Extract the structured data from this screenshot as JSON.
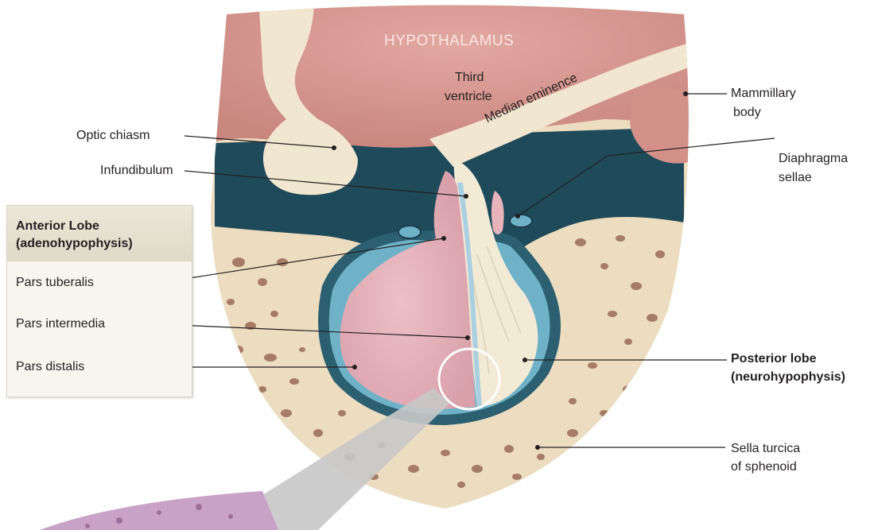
{
  "labels": {
    "hypothalamus": "HYPOTHALAMUS",
    "third_ventricle_1": "Third",
    "third_ventricle_2": "ventricle",
    "median_eminence": "Median eminence",
    "mammillary_1": "Mammillary",
    "mammillary_2": "body",
    "optic_chiasm": "Optic chiasm",
    "infundibulum": "Infundibulum",
    "diaphragma_1": "Diaphragma",
    "diaphragma_2": "sellae",
    "posterior_1": "Posterior lobe",
    "posterior_2": "(neurohypophysis)",
    "sella_1": "Sella turcica",
    "sella_2": "of sphenoid"
  },
  "anterior_panel": {
    "title_1": "Anterior Lobe",
    "title_2": "(adenohypophysis)",
    "items": [
      "Pars tuberalis",
      "Pars intermedia",
      "Pars distalis"
    ]
  },
  "colors": {
    "hypothalamus": "#d99a94",
    "cavity": "#1f4a5a",
    "bone": "#ecdcc0",
    "bone_pore": "#9a6a55",
    "neuro": "#f2e8d2",
    "adeno": "#e6b3bb",
    "capsule": "#2c5f70"
  }
}
